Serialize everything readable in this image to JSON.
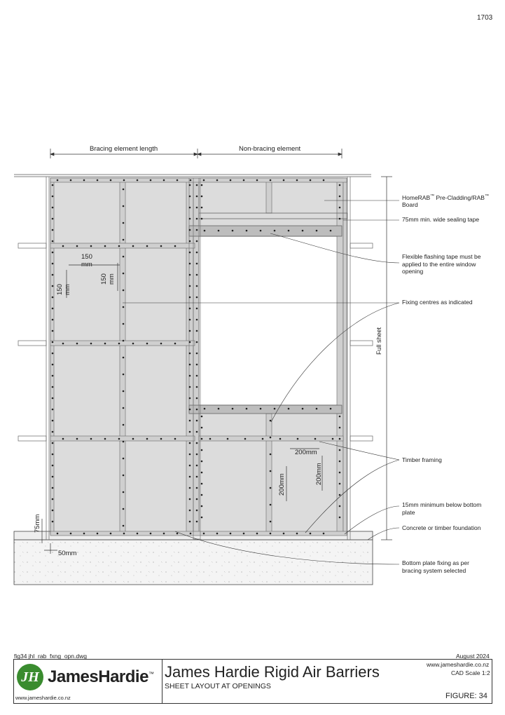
{
  "page_number": "1703",
  "dimensions": {
    "bracing": "Bracing element length",
    "nonbracing": "Non-bracing element",
    "full_sheet": "Full sheet",
    "d150a_1": "150",
    "d150a_2": "mm",
    "d150b_1": "150",
    "d150b_2": "mm",
    "d150c_1": "150",
    "d150c_2": "mm",
    "d200a": "200mm",
    "d200b": "200mm",
    "d200c": "200mm",
    "d75": "75mm",
    "d50": "50mm"
  },
  "callouts": {
    "board_1": "HomeRAB",
    "board_2": " Pre-Cladding/RAB",
    "board_tm": "™",
    "board_3": "Board",
    "tape": "75mm min. wide sealing tape",
    "flashing": "Flexible flashing tape must be applied to the entire window opening",
    "fixing": "Fixing centres as indicated",
    "timber": "Timber framing",
    "below_plate": "15mm minimum below bottom plate",
    "foundation": "Concrete or timber foundation",
    "bottom_plate": "Bottom plate fixing as per bracing system selected"
  },
  "title_block": {
    "filename": "fig34 jhl_rab_fxng_opn.dwg",
    "date": "August 2024",
    "brand": "JamesHardie",
    "brand_tm": "™",
    "logo_letters": "JH",
    "title": "James Hardie Rigid Air Barriers",
    "subtitle": "SHEET LAYOUT AT OPENINGS",
    "website": "www.jameshardie.co.nz",
    "cad_scale": "CAD Scale 1:2",
    "website_small": "www.jameshardie.co.nz",
    "figure": "FIGURE: 34"
  },
  "colors": {
    "board_fill": "#dcdcdc",
    "framing_fill": "#c8c8c8",
    "line": "#333333",
    "logo_green": "#3a8c2f"
  }
}
